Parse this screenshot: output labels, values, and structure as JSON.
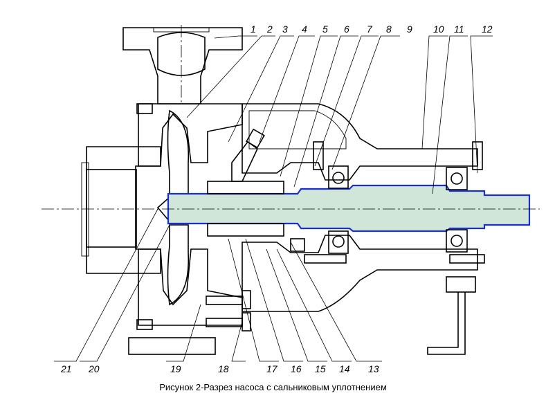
{
  "caption": "Рисунок 2-Разрез насоса с сальниковым уплотнением",
  "callouts": {
    "n1": "1",
    "n2": "2",
    "n3": "3",
    "n4": "4",
    "n5": "5",
    "n6": "6",
    "n7": "7",
    "n8": "8",
    "n9": "9",
    "n10": "10",
    "n11": "11",
    "n12": "12",
    "n13": "13",
    "n14": "14",
    "n15": "15",
    "n16": "16",
    "n17": "17",
    "n18": "18",
    "n19": "19",
    "n20": "20",
    "n21": "21"
  },
  "colors": {
    "shaft_fill": "#cfe6d8",
    "shaft_outline": "#1a2fd0",
    "line": "#000000"
  }
}
